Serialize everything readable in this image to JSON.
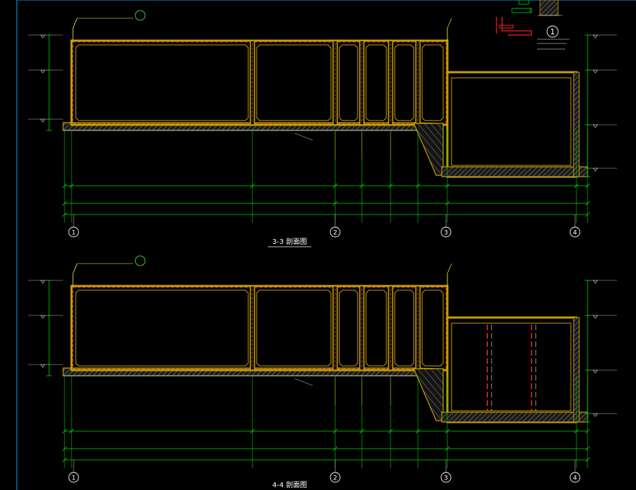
{
  "colors": {
    "background": "#000000",
    "wall": "#c8a000",
    "rebar": "#ff3030",
    "dimension": "#00dd00",
    "text": "#ffffff",
    "text_green": "#44ff44",
    "text_yellow": "#ffff66",
    "hatch": "#bbbbbb",
    "frame": "#00aaee",
    "detail_red": "#ff2020"
  },
  "detail": {
    "number": "1"
  },
  "sections": [
    {
      "id": "3-3",
      "title": "3-3 剖面图",
      "grid_labels": [
        "1",
        "2",
        "3",
        "4"
      ]
    },
    {
      "id": "4-4",
      "title": "4-4 剖面图",
      "grid_labels": [
        "1",
        "2",
        "3",
        "4"
      ]
    }
  ]
}
